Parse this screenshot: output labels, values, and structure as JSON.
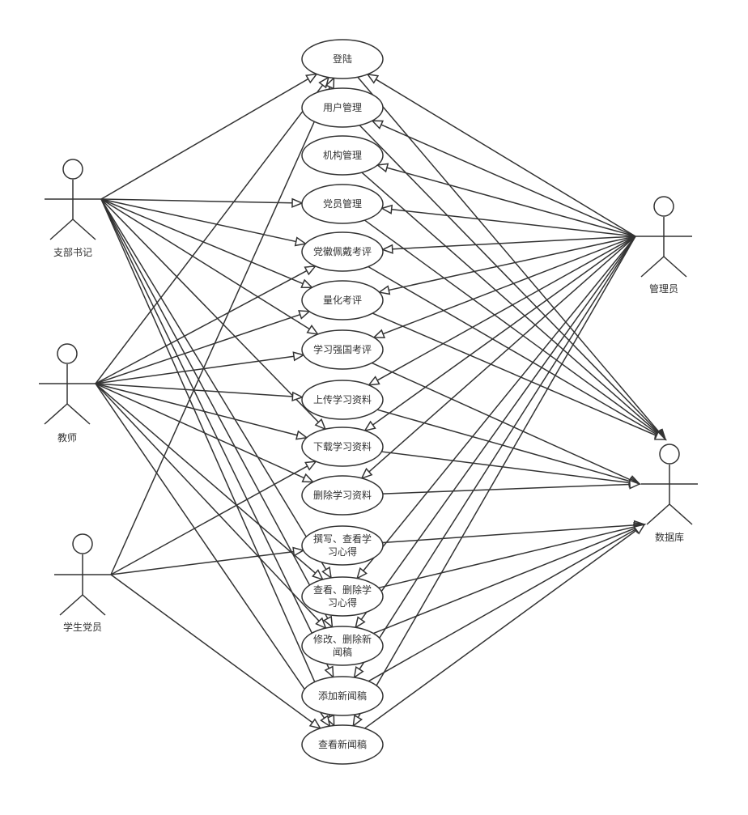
{
  "actors": [
    {
      "id": "secretary",
      "label": "支部书记"
    },
    {
      "id": "teacher",
      "label": "教师"
    },
    {
      "id": "student",
      "label": "学生党员"
    },
    {
      "id": "admin",
      "label": "管理员"
    },
    {
      "id": "database",
      "label": "数据库"
    }
  ],
  "use_cases": [
    {
      "id": "login",
      "lines": [
        "登陆"
      ]
    },
    {
      "id": "user-mgmt",
      "lines": [
        "用户管理"
      ]
    },
    {
      "id": "org-mgmt",
      "lines": [
        "机构管理"
      ]
    },
    {
      "id": "member-mgmt",
      "lines": [
        "党员管理"
      ]
    },
    {
      "id": "badge-eval",
      "lines": [
        "党徽佩戴考评"
      ]
    },
    {
      "id": "quant-eval",
      "lines": [
        "量化考评"
      ]
    },
    {
      "id": "xxqg-eval",
      "lines": [
        "学习强国考评"
      ]
    },
    {
      "id": "upload-material",
      "lines": [
        "上传学习资料"
      ]
    },
    {
      "id": "download-material",
      "lines": [
        "下载学习资料"
      ]
    },
    {
      "id": "delete-material",
      "lines": [
        "删除学习资料"
      ]
    },
    {
      "id": "write-notes",
      "lines": [
        "撰写、查看学",
        "习心得"
      ]
    },
    {
      "id": "delete-notes",
      "lines": [
        "查看、删除学",
        "习心得"
      ]
    },
    {
      "id": "edit-news",
      "lines": [
        "修改、删除新",
        "闻稿"
      ]
    },
    {
      "id": "add-news",
      "lines": [
        "添加新闻稿"
      ]
    },
    {
      "id": "view-news",
      "lines": [
        "查看新闻稿"
      ]
    }
  ],
  "associations": [
    {
      "from": "secretary",
      "to": "login"
    },
    {
      "from": "secretary",
      "to": "member-mgmt"
    },
    {
      "from": "secretary",
      "to": "badge-eval"
    },
    {
      "from": "secretary",
      "to": "quant-eval"
    },
    {
      "from": "secretary",
      "to": "xxqg-eval"
    },
    {
      "from": "secretary",
      "to": "download-material"
    },
    {
      "from": "secretary",
      "to": "delete-notes"
    },
    {
      "from": "secretary",
      "to": "edit-news"
    },
    {
      "from": "secretary",
      "to": "add-news"
    },
    {
      "from": "secretary",
      "to": "view-news"
    },
    {
      "from": "teacher",
      "to": "login"
    },
    {
      "from": "teacher",
      "to": "badge-eval"
    },
    {
      "from": "teacher",
      "to": "quant-eval"
    },
    {
      "from": "teacher",
      "to": "xxqg-eval"
    },
    {
      "from": "teacher",
      "to": "upload-material"
    },
    {
      "from": "teacher",
      "to": "download-material"
    },
    {
      "from": "teacher",
      "to": "delete-material"
    },
    {
      "from": "teacher",
      "to": "delete-notes"
    },
    {
      "from": "teacher",
      "to": "edit-news"
    },
    {
      "from": "teacher",
      "to": "view-news"
    },
    {
      "from": "student",
      "to": "login"
    },
    {
      "from": "student",
      "to": "download-material"
    },
    {
      "from": "student",
      "to": "write-notes"
    },
    {
      "from": "student",
      "to": "view-news"
    },
    {
      "from": "admin",
      "to": "login"
    },
    {
      "from": "admin",
      "to": "user-mgmt"
    },
    {
      "from": "admin",
      "to": "org-mgmt"
    },
    {
      "from": "admin",
      "to": "member-mgmt"
    },
    {
      "from": "admin",
      "to": "badge-eval"
    },
    {
      "from": "admin",
      "to": "quant-eval"
    },
    {
      "from": "admin",
      "to": "xxqg-eval"
    },
    {
      "from": "admin",
      "to": "upload-material"
    },
    {
      "from": "admin",
      "to": "download-material"
    },
    {
      "from": "admin",
      "to": "delete-material"
    },
    {
      "from": "admin",
      "to": "delete-notes"
    },
    {
      "from": "admin",
      "to": "edit-news"
    },
    {
      "from": "admin",
      "to": "add-news"
    },
    {
      "from": "admin",
      "to": "view-news"
    },
    {
      "from": "login",
      "to": "database"
    },
    {
      "from": "user-mgmt",
      "to": "database"
    },
    {
      "from": "org-mgmt",
      "to": "database"
    },
    {
      "from": "member-mgmt",
      "to": "database"
    },
    {
      "from": "badge-eval",
      "to": "database"
    },
    {
      "from": "quant-eval",
      "to": "database"
    },
    {
      "from": "xxqg-eval",
      "to": "database"
    },
    {
      "from": "upload-material",
      "to": "database"
    },
    {
      "from": "download-material",
      "to": "database"
    },
    {
      "from": "delete-material",
      "to": "database"
    },
    {
      "from": "write-notes",
      "to": "database"
    },
    {
      "from": "delete-notes",
      "to": "database"
    },
    {
      "from": "edit-news",
      "to": "database"
    },
    {
      "from": "add-news",
      "to": "database"
    },
    {
      "from": "view-news",
      "to": "database"
    }
  ],
  "colors": {
    "stroke": "#333333",
    "text": "#333333",
    "background": "#ffffff"
  }
}
